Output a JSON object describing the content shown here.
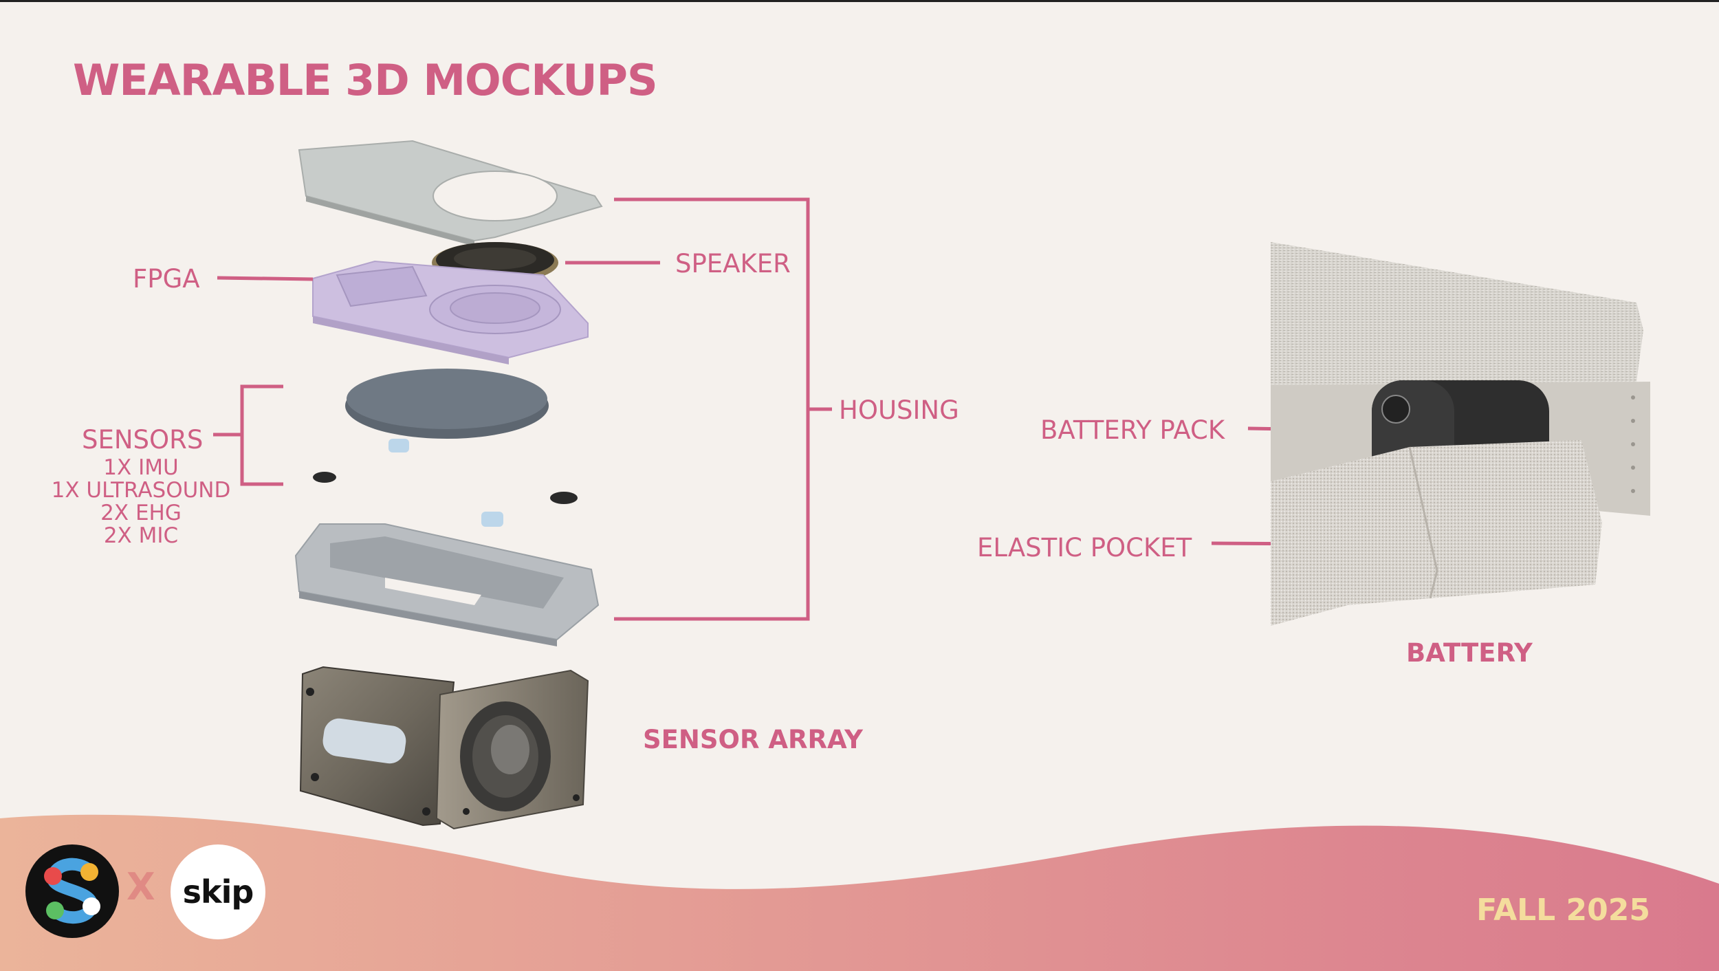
{
  "title": "WEARABLE 3D MOCKUPS",
  "labels": {
    "fpga": "FPGA",
    "speaker": "SPEAKER",
    "housing": "HOUSING",
    "sensors": "SENSORS",
    "sensor_details": [
      "1X IMU",
      "1X ULTRASOUND",
      "2X EHG",
      "2X MIC"
    ],
    "sensor_array": "SENSOR ARRAY",
    "battery_pack": "BATTERY PACK",
    "elastic_pocket": "ELASTIC POCKET",
    "battery": "BATTERY"
  },
  "footer": {
    "x": "X",
    "partner": "skip",
    "season": "FALL 2025"
  },
  "colors": {
    "accent": "#cf5f84",
    "season": "#f4dd9d",
    "background": "#f5f1ed"
  }
}
